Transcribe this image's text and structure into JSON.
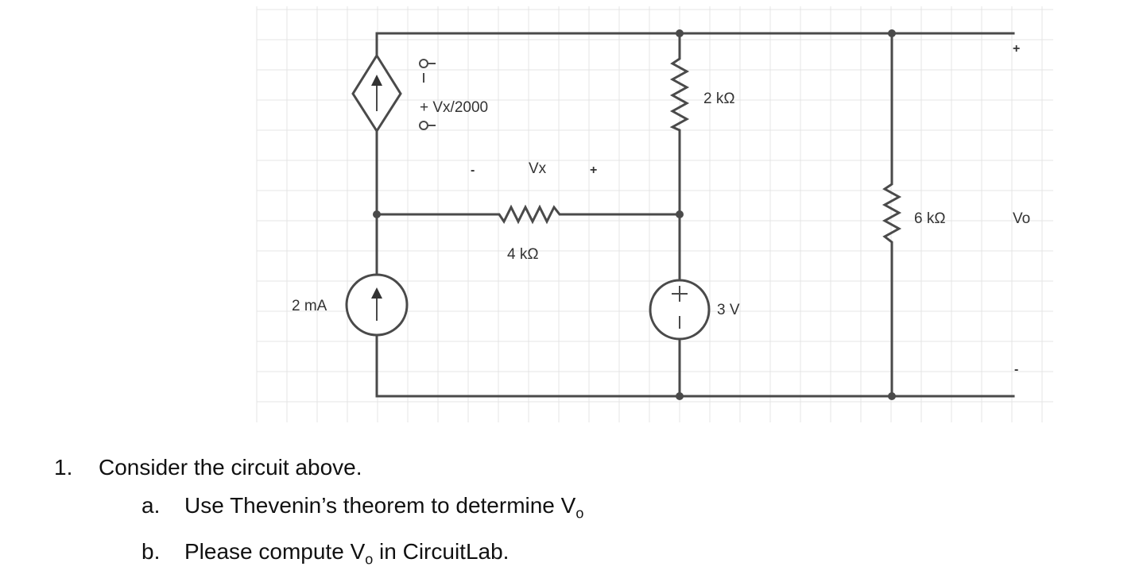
{
  "circuit": {
    "labels": {
      "vcvs": "+ Vx/2000",
      "r_top": "2 kΩ",
      "vx": "Vx",
      "vx_minus": "-",
      "vx_plus": "+",
      "r_middle": "4 kΩ",
      "current_source": "2 mA",
      "voltage_source": "3 V",
      "r_right": "6 kΩ",
      "vo": "Vo",
      "vo_plus": "+",
      "vo_minus": "-"
    }
  },
  "question": {
    "number": "1.",
    "text": "Consider the circuit above.",
    "parts": [
      {
        "letter": "a.",
        "text": "Use Thevenin’s theorem to determine V",
        "sub": "o"
      },
      {
        "letter": "b.",
        "text": "Please compute V",
        "sub": "o",
        "tail": " in CircuitLab."
      }
    ]
  }
}
